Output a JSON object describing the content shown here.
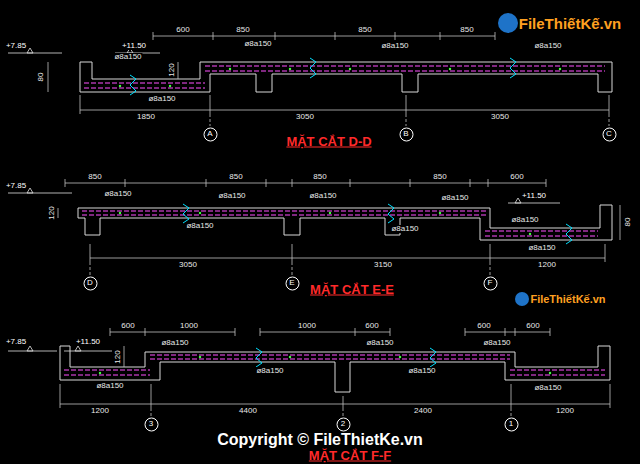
{
  "diagram": {
    "nodes": [
      {
        "text": [
          "A"
        ]
      },
      {
        "text": [
          "B"
        ]
      },
      {
        "text": [
          "C"
        ]
      },
      {
        "text": [
          "D"
        ]
      },
      {
        "text": [
          "E"
        ]
      },
      {
        "text": [
          "F"
        ]
      },
      {
        "text": [
          "3"
        ]
      },
      {
        "text": [
          "2"
        ]
      },
      {
        "text": [
          "1"
        ]
      }
    ],
    "labels": [
      "+7.85",
      "+11.50",
      "600",
      "850",
      "850",
      "850",
      "ø8a150",
      "ø8a150",
      "ø8a150",
      "ø8a150",
      "ø8a150",
      "120",
      "80",
      "1850",
      "3050",
      "3050",
      "MẶT CẮT D-D",
      "+7.85",
      "850",
      "850",
      "850",
      "850",
      "600",
      "ø8a150",
      "ø8a150",
      "ø8a150",
      "ø8a150",
      "+11.50",
      "120",
      "ø8a150",
      "ø8a150",
      "ø8a150",
      "80",
      "ø8a150",
      "3050",
      "3150",
      "1200",
      "MẶT CẮT E-E",
      "600",
      "1000",
      "1000",
      "600",
      "600",
      "600",
      "+7.85",
      "+11.50",
      "ø8a150",
      "ø8a150",
      "ø8a150",
      "120",
      "ø8a150",
      "ø8a150",
      "ø8a150",
      "ø8a150",
      "1200",
      "4400",
      "2400",
      "1200",
      "MẶT CẮT F-F",
      "Copyright © FileThietKe.vn",
      "FileThiếtKế.vn",
      "FileThiếtKế.vn"
    ]
  }
}
